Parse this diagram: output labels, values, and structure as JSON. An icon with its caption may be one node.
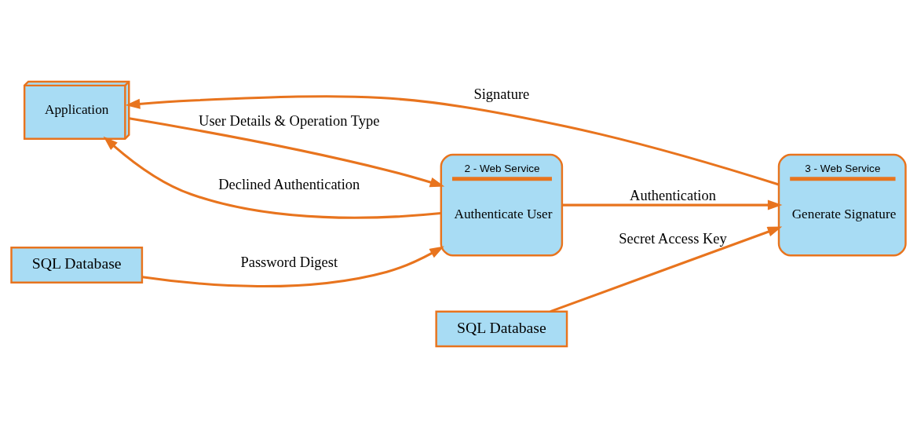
{
  "diagram": {
    "nodes": [
      {
        "text": [
          "Application"
        ]
      },
      {
        "text": [
          "2 - Web Service",
          "Authenticate User"
        ]
      },
      {
        "text": [
          "SQL Database"
        ]
      },
      {
        "text": [
          "3 - Web Service",
          "Generate Signature"
        ]
      },
      {
        "text": [
          "SQL Database"
        ]
      }
    ],
    "edges": [
      {
        "from": 0,
        "to": 1,
        "arrow": "to",
        "label": "User Details & Operation Type"
      },
      {
        "from": 2,
        "to": 1,
        "arrow": "to",
        "label": "Password Digest"
      },
      {
        "from": 1,
        "to": 0,
        "arrow": "to",
        "label": "Declined Authentication"
      },
      {
        "from": 1,
        "to": 3,
        "arrow": "to",
        "label": "Authentication"
      },
      {
        "from": 3,
        "to": 0,
        "arrow": "to",
        "label": "Signature"
      },
      {
        "from": 4,
        "to": 3,
        "arrow": "to",
        "label": "Secret Access Key"
      }
    ]
  }
}
